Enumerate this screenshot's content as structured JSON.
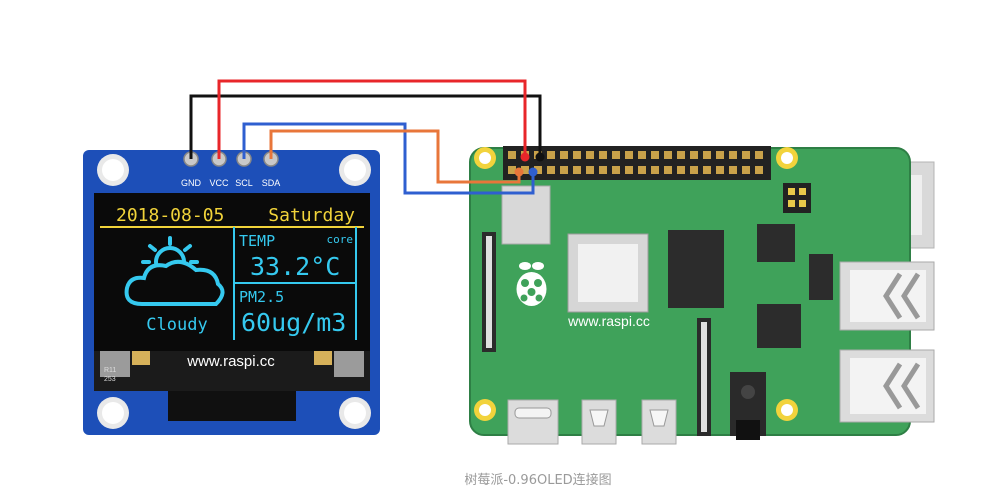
{
  "colors": {
    "vcc_wire": "#e8262a",
    "gnd_wire": "#111111",
    "scl_wire": "#2f5fd0",
    "sda_wire": "#e8763a",
    "oled_board": "#1d4fb8",
    "oled_text_yellow": "#f1d33a",
    "oled_text_cyan": "#35c9ef",
    "pi_board": "#3fa25a"
  },
  "oled_module": {
    "pin_labels": [
      "GND",
      "VCC",
      "SCL",
      "SDA"
    ],
    "display": {
      "date": "2018-08-05",
      "weekday": "Saturday",
      "temp_label": "TEMP",
      "temp_sublabel": "core",
      "temp_value": "33.2°C",
      "pm_label": "PM2.5",
      "pm_value": "60ug/m3",
      "weather_text": "Cloudy",
      "weather_icon": "sun-behind-cloud-icon"
    },
    "ribbon_code": "R11\n253",
    "watermark": "www.raspi.cc"
  },
  "raspberry_pi": {
    "watermark": "www.raspi.cc",
    "logo_icon": "raspberry-logo-icon"
  },
  "caption": "树莓派-0.96OLED连接图"
}
